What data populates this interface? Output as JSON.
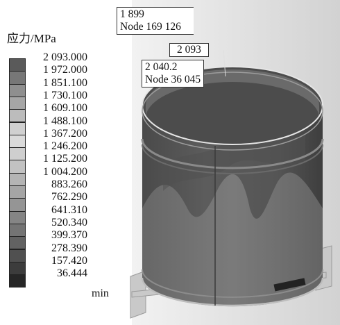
{
  "legend": {
    "title": "应力/MPa",
    "values": [
      "2 093.000",
      "1 972.000",
      "1 851.100",
      "1 730.100",
      "1 609.100",
      "1 488.100",
      "1 367.200",
      "1 246.200",
      "1 125.200",
      "1 004.200",
      "883.260",
      "762.290",
      "641.310",
      "520.340",
      "399.370",
      "278.390",
      "157.420",
      "36.444"
    ],
    "min_label": "min",
    "colors": [
      "#5a5a5a",
      "#777777",
      "#8f8f8f",
      "#a6a6a6",
      "#bcbcbc",
      "#d0d0d0",
      "#dadada",
      "#cfcfcf",
      "#c2c2c2",
      "#b4b4b4",
      "#a5a5a5",
      "#959595",
      "#858585",
      "#747474",
      "#626262",
      "#505050",
      "#3c3c3c",
      "#262626"
    ]
  },
  "probes": [
    {
      "line1": "1 899",
      "line2": "Node 169 126"
    },
    {
      "line1": "2 093"
    },
    {
      "line1": "2 040.2",
      "line2": "Node 36 045"
    }
  ]
}
